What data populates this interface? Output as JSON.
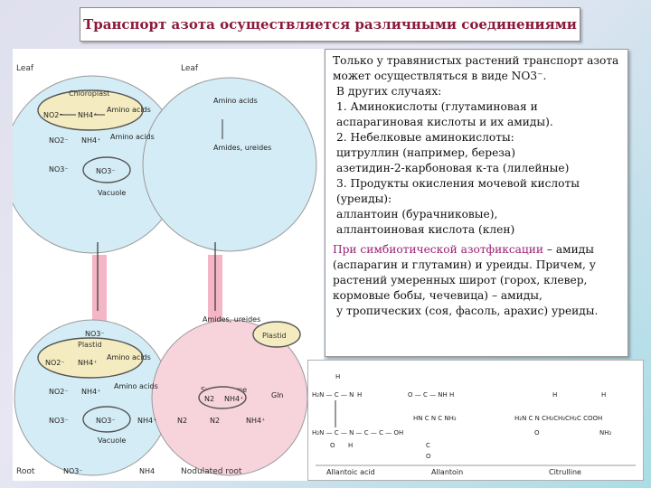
{
  "title": "Транспорт азота осуществляется различными соединениями",
  "figure": {
    "leaf_left": "Leaf",
    "leaf_right": "Leaf",
    "chloroplast": "Chloroplast",
    "plastid_root": "Plastid",
    "plastid_nod": "Plastid",
    "vacuole_leaf": "Vacuole",
    "vacuole_root": "Vacuole",
    "symbiosome": "Symbicsome",
    "root": "Root",
    "nodulated_root": "Nodulated root",
    "no2": "NO2⁻",
    "nh4": "NH4⁺",
    "no3": "NO3⁻",
    "amino_acids": "Amino acids",
    "amides_ureides": "Amides, ureides",
    "n2": "N2",
    "gln": "Gln",
    "nh4_plain": "NH4"
  },
  "text": {
    "intro": "Только у травянистых растений транспорт азота может осуществляться в виде NO3⁻.",
    "other_cases": "В других случаях:",
    "item1": "1. Аминокислоты (глутаминовая и аспарагиновая кислоты и их амиды).",
    "item2": "2. Небелковые аминокислоты:",
    "item2a": "цитруллин (например, береза)",
    "item2b": "азетидин-2-карбоновая к-та (лилейные)",
    "item3": "3. Продукты окисления мочевой кислоты (уреиды):",
    "item3a": "аллантоин (бурачниковые),",
    "item3b": "аллантоиновая кислота (клен)",
    "symbiotic_lead": "При симбиотической азотфиксации",
    "symbiotic_rest": " – амиды (аспарагин и глутамин) и уреиды. Причем, у растений умеренных широт (горох, клевер, кормовые бобы, чечевица) – амиды,",
    "symbiotic_end": "у тропических (соя, фасоль, арахис) уреиды."
  },
  "chemistry": {
    "allantoic": "Allantoic acid",
    "allantoin": "Allantoin",
    "citrulline": "Citrulline"
  },
  "colors": {
    "title": "#8b1a3a",
    "highlight": "#9b1f70",
    "cell_blue": "#d4ecf5",
    "cell_pink": "#f7d3dc",
    "plastid_fill": "#f4ecc0",
    "stem_pink": "#f4b6c6"
  }
}
